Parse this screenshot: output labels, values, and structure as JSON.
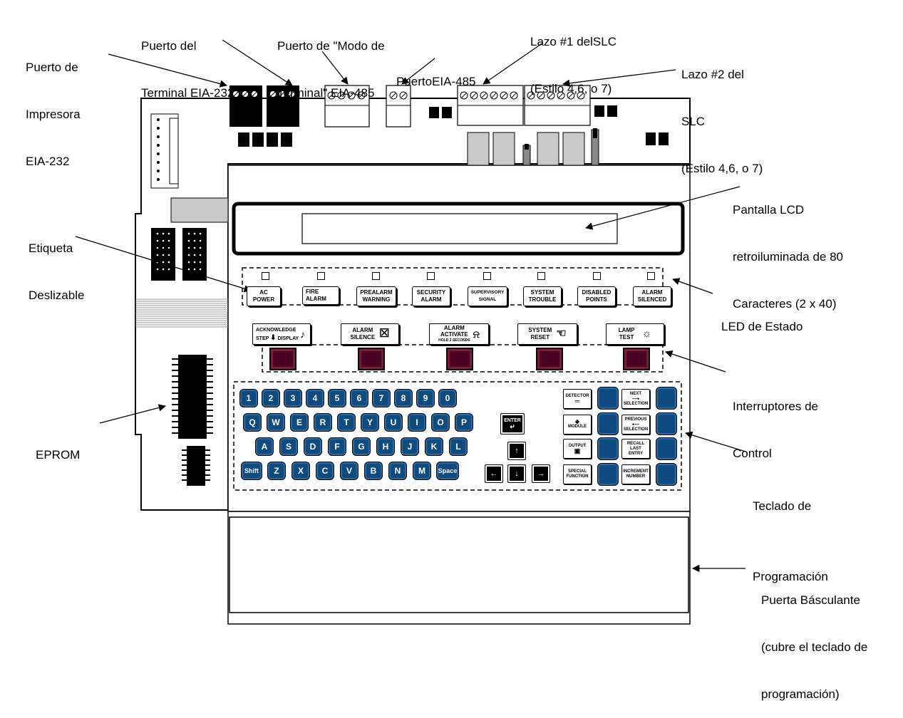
{
  "callouts": {
    "printer_port": [
      "Puerto de",
      "Impresora",
      "EIA-232"
    ],
    "terminal_port": [
      "Puerto del",
      "Terminal EIA-232"
    ],
    "terminal_mode_port": [
      "Puerto de \"Modo de",
      "Terminal\" EIA-485"
    ],
    "eia485_port": "PuertoEIA-485",
    "slc_loop1": [
      "Lazo #1 delSLC",
      "(Estilo 4,6, o 7)"
    ],
    "slc_loop2": [
      "Lazo #2 del",
      "SLC",
      "(Estilo 4,6, o 7)"
    ],
    "lcd_display": [
      "Pantalla LCD",
      "retroiluminada de 80",
      "Caracteres (2 x 40)"
    ],
    "slide_label": [
      "Etiqueta",
      "Deslizable"
    ],
    "status_led": "LED de Estado",
    "control_switches": [
      "Interruptores de",
      "Control"
    ],
    "eprom": "EPROM",
    "program_keypad": [
      "Teclado de",
      "Programación"
    ],
    "dress_door": [
      "Puerta Básculante",
      "(cubre el teclado de",
      "programación)"
    ]
  },
  "status_labels": [
    [
      "AC",
      "POWER"
    ],
    [
      "FIRE",
      "ALARM"
    ],
    [
      "PREALARM",
      "WARNING"
    ],
    [
      "SECURITY",
      "ALARM"
    ],
    [
      "SUPERVISORY",
      "SIGNAL"
    ],
    [
      "SYSTEM",
      "TROUBLE"
    ],
    [
      "DISABLED",
      "POINTS"
    ],
    [
      "ALARM",
      "SILENCED"
    ]
  ],
  "control_labels": {
    "acknowledge": [
      "ACKNOWLEDGE",
      "STEP",
      "DISPLAY"
    ],
    "alarm_silence": [
      "ALARM",
      "SILENCE"
    ],
    "alarm_activate": [
      "ALARM",
      "ACTIVATE",
      "HOLD 2 SECONDS"
    ],
    "system_reset": [
      "SYSTEM",
      "RESET"
    ],
    "lamp_test": [
      "LAMP",
      "TEST"
    ]
  },
  "keypad": {
    "row1": [
      "1",
      "2",
      "3",
      "4",
      "5",
      "6",
      "7",
      "8",
      "9",
      "0"
    ],
    "row2": [
      "Q",
      "W",
      "E",
      "R",
      "T",
      "Y",
      "U",
      "I",
      "O",
      "P"
    ],
    "row3": [
      "A",
      "S",
      "D",
      "F",
      "G",
      "H",
      "J",
      "K",
      "L"
    ],
    "row4": [
      "Shift",
      "Z",
      "X",
      "C",
      "V",
      "B",
      "N",
      "M",
      "Space"
    ],
    "enter": "ENTER"
  },
  "function_keys": [
    [
      "DETECTOR"
    ],
    [
      "NEXT",
      "SELECTION"
    ],
    [
      "MODULE"
    ],
    [
      "PREVIOUS",
      "SELECTION"
    ],
    [
      "OUTPUT"
    ],
    [
      "RECALL",
      "LAST",
      "ENTRY"
    ],
    [
      "SPECIAL",
      "FUNCTION"
    ],
    [
      "INCREMENT",
      "NUMBER"
    ]
  ]
}
